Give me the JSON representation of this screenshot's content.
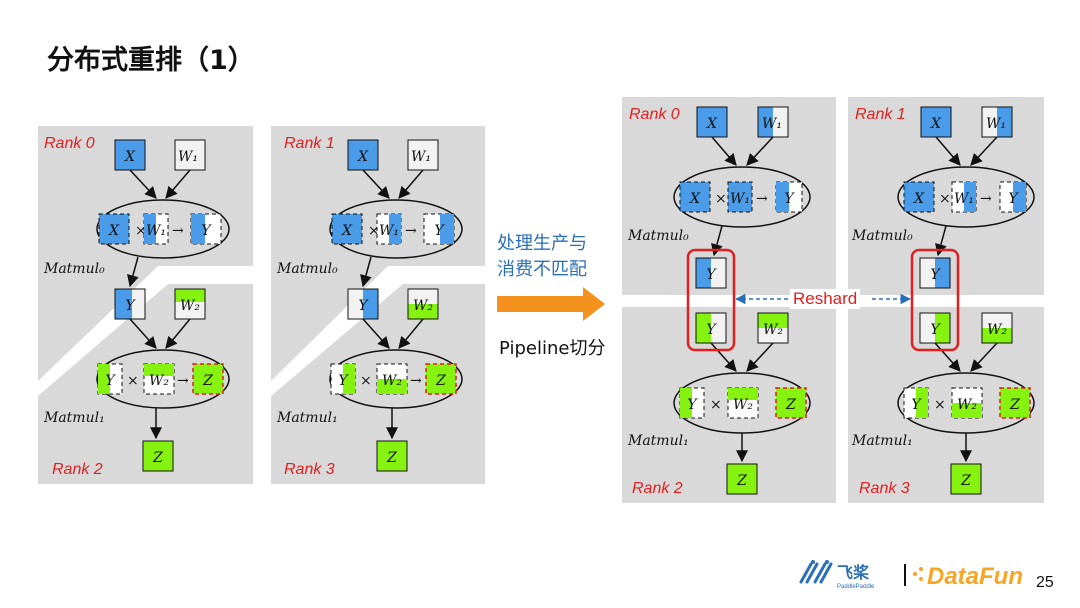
{
  "title": "分布式重排（1）",
  "labels": {
    "matmul0": "Matmul₀",
    "matmul1": "Matmul₁",
    "x": "X",
    "w1": "W₁",
    "y": "Y",
    "w2": "W₂",
    "z": "Z",
    "times": "×",
    "arrow": "→"
  },
  "ranks": {
    "r0": "Rank 0",
    "r1": "Rank 1",
    "r2": "Rank 2",
    "r3": "Rank 3"
  },
  "middle": {
    "line1": "处理生产与",
    "line2": "消费不匹配",
    "pipeline": "Pipeline切分"
  },
  "reshard": "Reshard",
  "footer": {
    "brand1": "飞桨",
    "brand1_sub": "PaddlePaddle",
    "brand2": "DataFun",
    "page": "25"
  },
  "colors": {
    "blue": "#4a9be8",
    "green": "#86f20f",
    "gray_panel": "#d9d9d9",
    "red": "#e02020",
    "orange": "#f5921e",
    "reshard_blue": "#2a6fb8"
  }
}
